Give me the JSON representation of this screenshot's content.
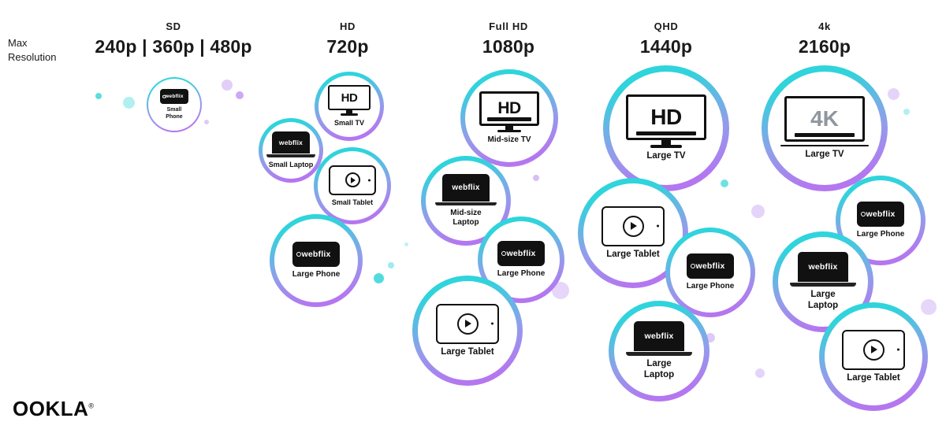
{
  "header": {
    "axis_label": "Max\nResolution",
    "columns": [
      {
        "tier": "SD",
        "resolution": "240p | 360p | 480p"
      },
      {
        "tier": "HD",
        "resolution": "720p"
      },
      {
        "tier": "Full HD",
        "resolution": "1080p"
      },
      {
        "tier": "QHD",
        "resolution": "1440p"
      },
      {
        "tier": "4k",
        "resolution": "2160p"
      }
    ]
  },
  "logos": {
    "webflix": "webflix",
    "hd": "HD",
    "fourk": "4K",
    "ookla": "OOKLA",
    "registered": "®"
  },
  "bubbles": [
    {
      "column": "SD",
      "device": "small-phone",
      "icon": "phone-webflix",
      "label": "Small\nPhone"
    },
    {
      "column": "HD",
      "device": "small-tv",
      "icon": "tv-hd",
      "label": "Small TV"
    },
    {
      "column": "HD",
      "device": "small-laptop",
      "icon": "laptop-webflix",
      "label": "Small Laptop"
    },
    {
      "column": "HD",
      "device": "small-tablet",
      "icon": "tablet-play",
      "label": "Small Tablet"
    },
    {
      "column": "HD",
      "device": "large-phone",
      "icon": "phone-webflix",
      "label": "Large Phone"
    },
    {
      "column": "Full HD",
      "device": "mid-size-tv",
      "icon": "tv-hd",
      "label": "Mid-size TV"
    },
    {
      "column": "Full HD",
      "device": "mid-size-laptop",
      "icon": "laptop-webflix",
      "label": "Mid-size\nLaptop"
    },
    {
      "column": "Full HD",
      "device": "large-phone",
      "icon": "phone-webflix",
      "label": "Large Phone"
    },
    {
      "column": "Full HD",
      "device": "large-tablet",
      "icon": "tablet-play",
      "label": "Large Tablet"
    },
    {
      "column": "QHD",
      "device": "large-tv",
      "icon": "tv-hd",
      "label": "Large TV"
    },
    {
      "column": "QHD",
      "device": "large-tablet",
      "icon": "tablet-play",
      "label": "Large Tablet"
    },
    {
      "column": "QHD",
      "device": "large-phone",
      "icon": "phone-webflix",
      "label": "Large Phone"
    },
    {
      "column": "QHD",
      "device": "large-laptop",
      "icon": "laptop-webflix",
      "label": "Large\nLaptop"
    },
    {
      "column": "4k",
      "device": "large-tv",
      "icon": "tv-4k",
      "label": "Large TV"
    },
    {
      "column": "4k",
      "device": "large-phone",
      "icon": "phone-webflix",
      "label": "Large Phone"
    },
    {
      "column": "4k",
      "device": "large-laptop",
      "icon": "laptop-webflix",
      "label": "Large\nLaptop"
    },
    {
      "column": "4k",
      "device": "large-tablet",
      "icon": "tablet-play",
      "label": "Large Tablet"
    }
  ],
  "colors": {
    "ring_top": "#2FD4DC",
    "ring_bottom": "#B477F0",
    "dot_cyan": "#3FD7DC",
    "dot_purple": "#BE93F2",
    "device_ink": "#111111"
  }
}
